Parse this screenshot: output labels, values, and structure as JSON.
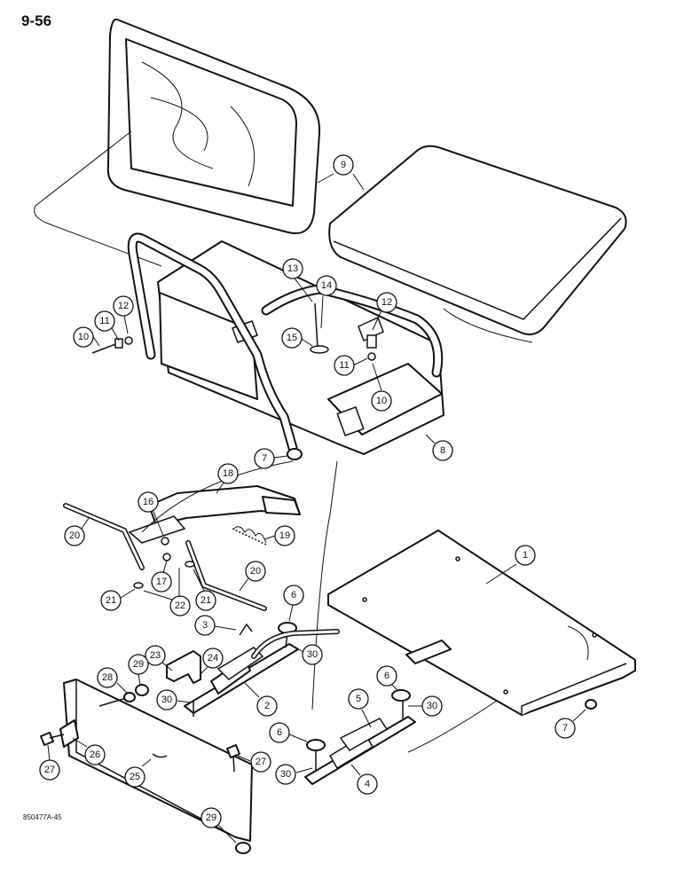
{
  "page_number": "9-56",
  "drawing_code": "850477A-45",
  "callouts": [
    "1",
    "2",
    "3",
    "4",
    "5",
    "6",
    "6",
    "6",
    "7",
    "7",
    "8",
    "9",
    "10",
    "10",
    "11",
    "11",
    "12",
    "12",
    "13",
    "14",
    "15",
    "16",
    "17",
    "18",
    "19",
    "20",
    "20",
    "21",
    "21",
    "22",
    "23",
    "24",
    "25",
    "26",
    "27",
    "27",
    "28",
    "29",
    "29",
    "30",
    "30",
    "30",
    "30"
  ]
}
